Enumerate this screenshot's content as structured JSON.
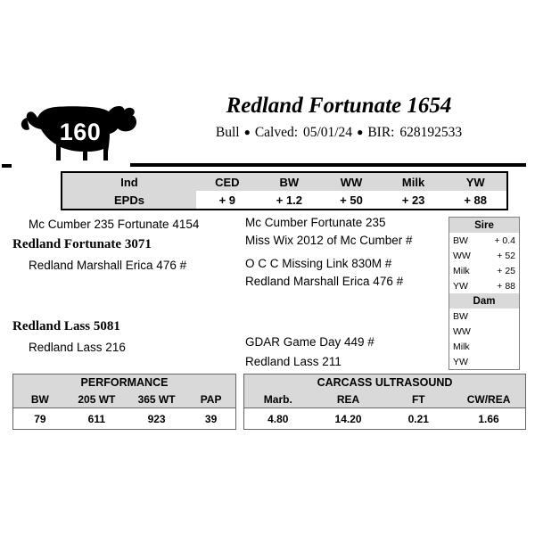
{
  "header": {
    "lot_number": "160",
    "lot_icon": "bull-silhouette-icon",
    "animal_name": "Redland Fortunate 1654",
    "sex": "Bull",
    "separator": "●",
    "calved_label": "Calved:",
    "calved_date": "05/01/24",
    "bir_label": "BIR:",
    "bir_value": "628192533"
  },
  "epd": {
    "columns": [
      "Ind",
      "CED",
      "BW",
      "WW",
      "Milk",
      "YW"
    ],
    "row_label": "EPDs",
    "values": [
      "+ 9",
      "+ 1.2",
      "+ 50",
      "+ 23",
      "+ 88"
    ]
  },
  "pedigree": {
    "sire_line": {
      "grandsire": "Mc Cumber 235 Fortunate 4154",
      "sire": "Redland Fortunate 3071",
      "granddam": "Redland Marshall Erica 476 #",
      "ggs_1": "Mc Cumber Fortunate 235",
      "ggd_1": "Miss Wix 2012 of Mc Cumber #",
      "ggs_2": "O C C Missing Link 830M #",
      "ggd_2": "Redland Marshall Erica 476 #"
    },
    "dam_line": {
      "dam": "Redland Lass 5081",
      "granddam": "Redland Lass 216",
      "ggs_1": "GDAR Game Day 449 #",
      "ggd_1": "Redland Lass 211"
    }
  },
  "sire_dam_panel": {
    "sire_header": "Sire",
    "dam_header": "Dam",
    "traits": [
      "BW",
      "WW",
      "Milk",
      "YW"
    ],
    "sire_values": [
      "+ 0.4",
      "+ 52",
      "+ 25",
      "+ 88"
    ],
    "dam_values": [
      "",
      "",
      "",
      ""
    ]
  },
  "performance": {
    "title": "PERFORMANCE",
    "columns": [
      "BW",
      "205 WT",
      "365 WT",
      "PAP"
    ],
    "values": [
      "79",
      "611",
      "923",
      "39"
    ]
  },
  "carcass": {
    "title": "CARCASS ULTRASOUND",
    "columns": [
      "Marb.",
      "REA",
      "FT",
      "CW/REA"
    ],
    "values": [
      "4.80",
      "14.20",
      "0.21",
      "1.66"
    ]
  },
  "colors": {
    "shade": "#d9d9d9",
    "rule": "#000000",
    "text": "#000000",
    "panel_border": "#808080"
  }
}
